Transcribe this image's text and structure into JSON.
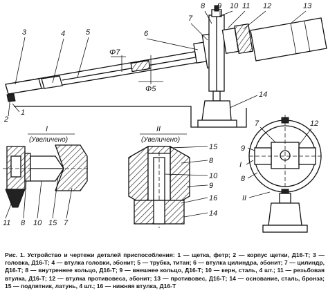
{
  "figure": {
    "part_numbers": [
      "1",
      "2",
      "3",
      "4",
      "5",
      "6",
      "7",
      "8",
      "9",
      "10",
      "11",
      "12",
      "13",
      "14",
      "15",
      "16"
    ],
    "dim_phi7": "Φ7",
    "dim_phi5": "Φ5",
    "view1": {
      "roman": "I",
      "note": "(Увеличено)"
    },
    "view2": {
      "roman": "II",
      "note": "(Увеличено)"
    },
    "side_view_marks": {
      "i": "I",
      "ii": "II"
    }
  },
  "caption": "Рис. 1. Устройство и чертежи деталей приспособления: 1 — щетка, фетр; 2 — корпус щетки, Д16-Т; 3 — головка, Д16-Т; 4 — втулка головки, эбонит; 5 — трубка, титан; 6 — втулка цилиндра, эбонит; 7 — цилиндр, Д16-Т; 8 — внутреннее кольцо, Д16-Т; 9 — внешнее кольцо, Д16-Т; 10 — керн, сталь, 4 шт.; 11 — резьбовая втулка, Д16-Т; 12 — втулка противовеса, эбонит; 13 — противовес, Д16-Т; 14 — основание, сталь, бронза; 15 — подпятник, латунь, 4 шт.; 16 — нижняя втулка, Д16-Т"
}
